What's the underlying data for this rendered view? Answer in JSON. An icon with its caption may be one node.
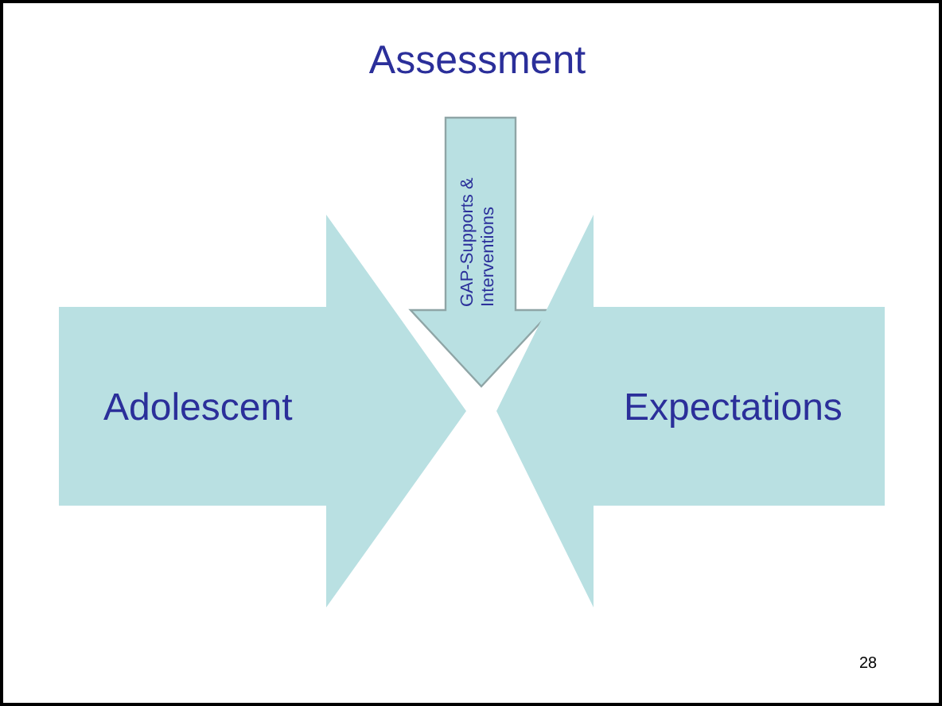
{
  "diagram": {
    "nodes": [
      {
        "text": [
          "Assessment"
        ]
      },
      {
        "text": [
          "GAP-Supports & Interventions"
        ]
      },
      {
        "text": [
          "Adolescent"
        ]
      },
      {
        "text": [
          "Expectations"
        ]
      }
    ],
    "labels": [
      "28"
    ]
  }
}
